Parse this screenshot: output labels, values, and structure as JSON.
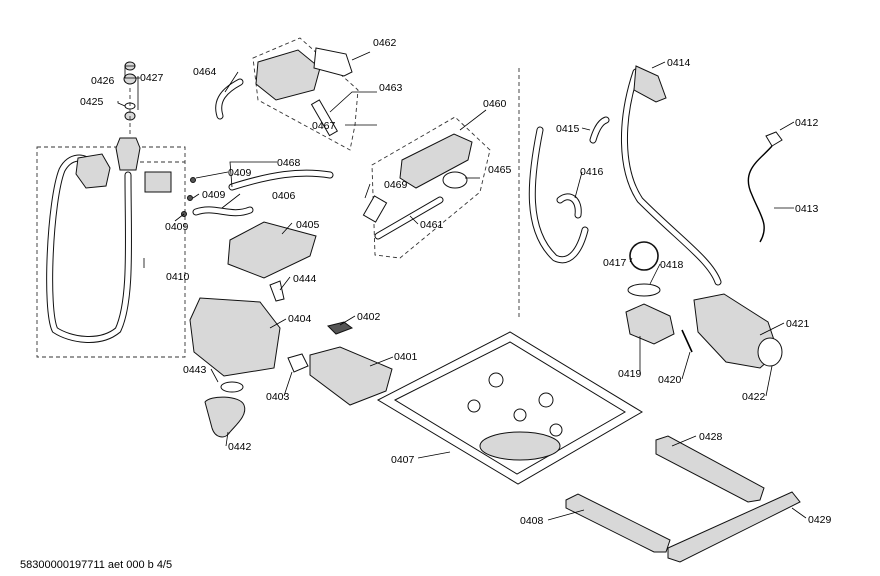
{
  "footer": {
    "doc_id": "58300000197711 aet 000 b 4/5"
  },
  "parts": {
    "p0401": "0401",
    "p0402": "0402",
    "p0403": "0403",
    "p0404": "0404",
    "p0405": "0405",
    "p0406": "0406",
    "p0407": "0407",
    "p0408": "0408",
    "p0409a": "0409",
    "p0409b": "0409",
    "p0409c": "0409",
    "p0410": "0410",
    "p0412": "0412",
    "p0413": "0413",
    "p0414": "0414",
    "p0415": "0415",
    "p0416": "0416",
    "p0417": "0417",
    "p0418": "0418",
    "p0419": "0419",
    "p0420": "0420",
    "p0421": "0421",
    "p0422": "0422",
    "p0425": "0425",
    "p0426": "0426",
    "p0427": "0427",
    "p0428": "0428",
    "p0429": "0429",
    "p0442": "0442",
    "p0443": "0443",
    "p0444": "0444",
    "p0460": "0460",
    "p0461": "0461",
    "p0462": "0462",
    "p0463": "0463",
    "p0464": "0464",
    "p0465": "0465",
    "p0467": "0467",
    "p0468": "0468",
    "p0469": "0469"
  }
}
